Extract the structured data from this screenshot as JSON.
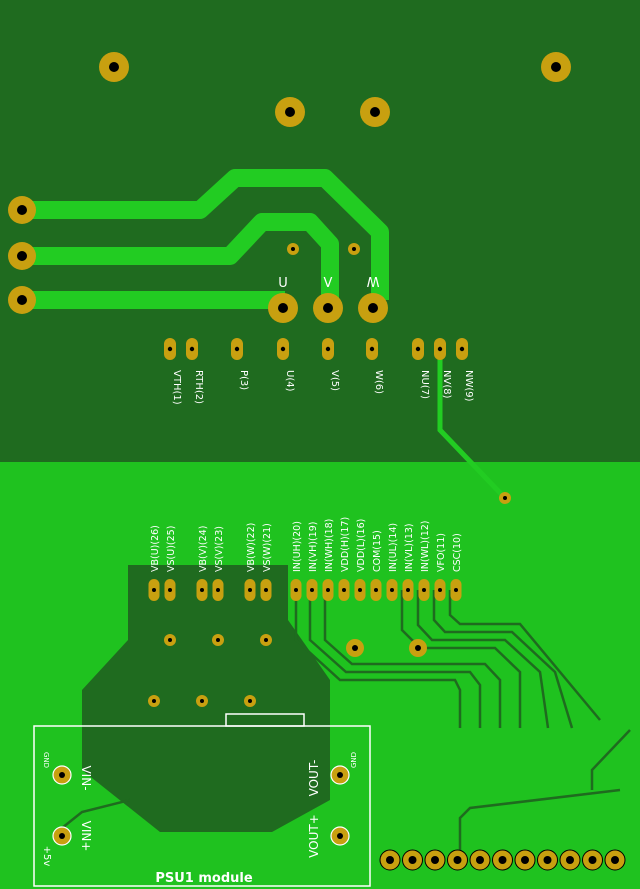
{
  "top_labels": {
    "u": "U",
    "v": "V",
    "w": "W"
  },
  "upper_pin_labels": [
    "VTH(1)",
    "RTH(2)",
    "P(3)",
    "U(4)",
    "V(5)",
    "W(6)",
    "NU(7)",
    "NV(8)",
    "NW(9)"
  ],
  "lower_pin_labels": [
    "VB(U)(26)",
    "VS(U)(25)",
    "VB(V)(24)",
    "VS(V)(23)",
    "VB(W)(22)",
    "VS(W)(21)",
    "IN(UH)(20)",
    "IN(VH)(19)",
    "IN(WH)(18)",
    "VDD(H)(17)",
    "VDD(L)(16)",
    "COM(15)",
    "IN(UL)(14)",
    "IN(VL)(13)",
    "IN(WL)(12)",
    "VFO(11)",
    "CSC(10)"
  ],
  "psu": {
    "title": "PSU1 module",
    "vin_minus": "VIN-",
    "vin_plus": "VIN+",
    "plus5v": "+5v",
    "gnd_left": "GND",
    "vout_minus": "VOUT-",
    "vout_plus": "VOUT+",
    "gnd_right": "GND"
  },
  "colors": {
    "board_dark": "#1f6b1f",
    "copper_fill": "#1fc21f",
    "trace": "#22cc22",
    "pad": "#c8a010",
    "silk": "#ffffff"
  }
}
